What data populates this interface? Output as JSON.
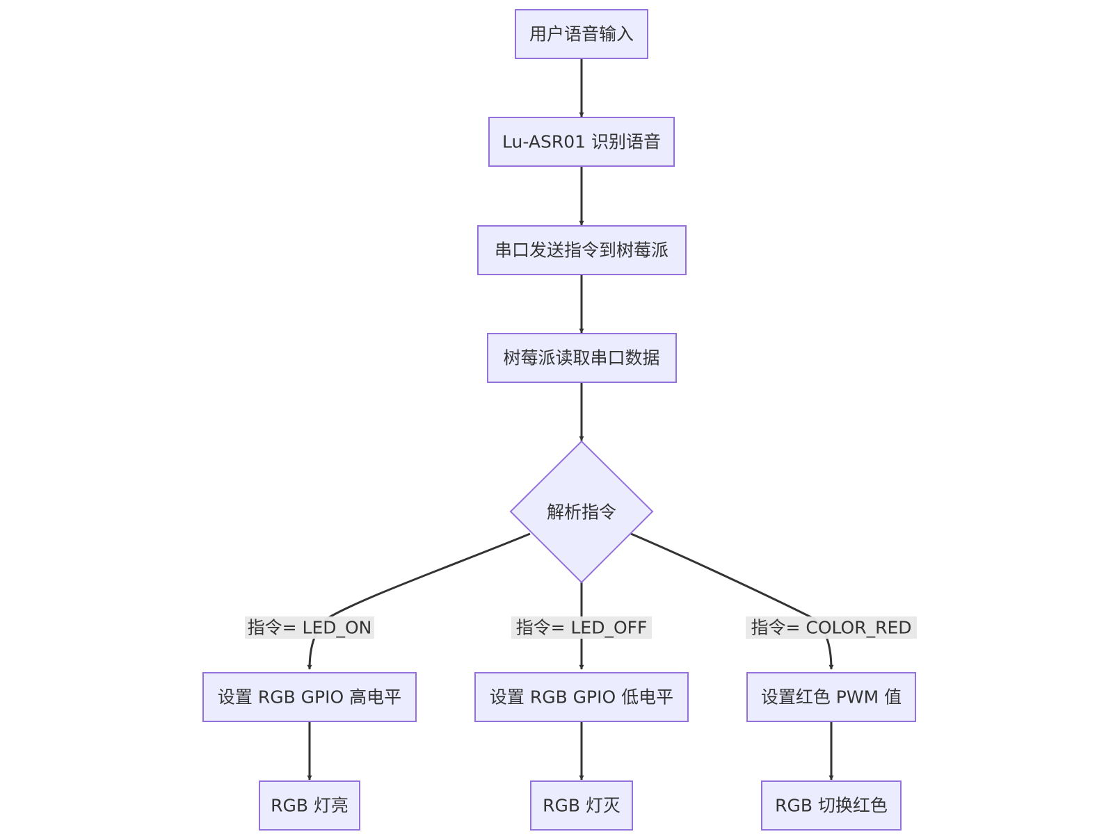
{
  "diagram": {
    "nodes": {
      "voice_input": "用户语音输入",
      "asr_recognize": "Lu-ASR01 识别语音",
      "serial_send": "串口发送指令到树莓派",
      "pi_read": "树莓派读取串口数据",
      "parse": "解析指令",
      "set_high": "设置 RGB GPIO 高电平",
      "set_low": "设置 RGB GPIO 低电平",
      "set_red_pwm": "设置红色 PWM 值",
      "led_on": "RGB 灯亮",
      "led_off": "RGB 灯灭",
      "switch_red": "RGB 切换红色"
    },
    "edge_labels": {
      "led_on": "指令= LED_ON",
      "led_off": "指令= LED_OFF",
      "color_red": "指令= COLOR_RED"
    },
    "colors": {
      "node_fill": "#ececff",
      "node_stroke": "#9370db",
      "edge": "#333333",
      "label_bg": "#e8e8e8"
    }
  }
}
